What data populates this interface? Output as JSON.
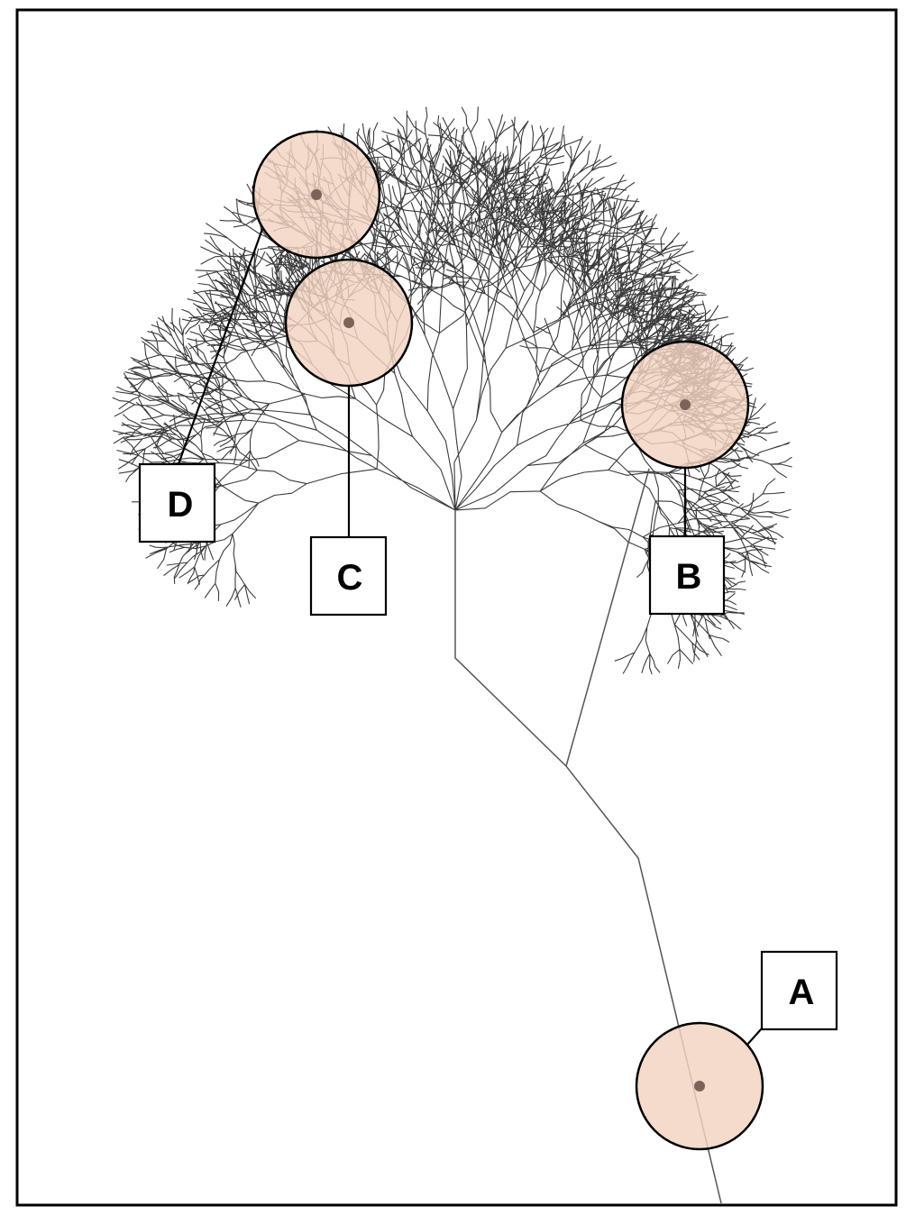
{
  "figure": {
    "labels": {
      "A": "A",
      "B": "B",
      "C": "C",
      "D": "D"
    },
    "colors": {
      "electrode_fill": "#f3d3c1",
      "electrode_stroke": "#000000",
      "center_dot": "#7a6458",
      "dendrite": "#3a3a3a",
      "frame": "#000000"
    }
  }
}
